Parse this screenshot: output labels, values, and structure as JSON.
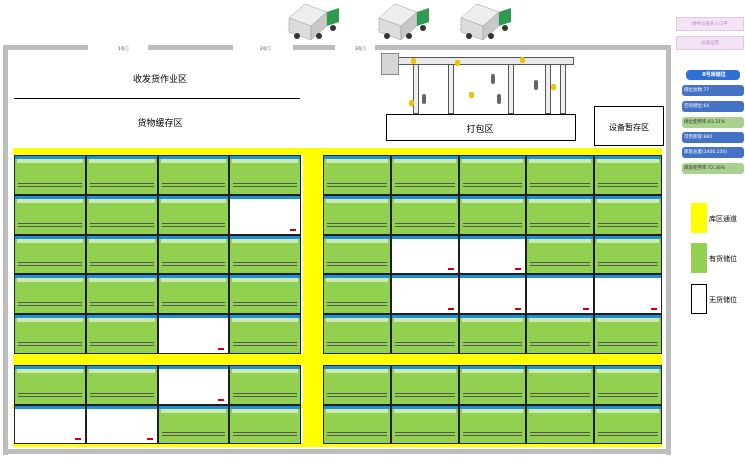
{
  "header": {
    "panel_top": "硬件与服务入口平",
    "panel_bottom": "设备运营"
  },
  "docks": [
    "1号门",
    "2号门",
    "3号门"
  ],
  "zones": {
    "receiving": "收发货作业区",
    "buffer": "货物缓存区",
    "packing": "打包区",
    "equipment": "设备暂存区"
  },
  "stats": {
    "title": "8号库储位",
    "items": [
      {
        "label": "储位总数:77",
        "style": "blue"
      },
      {
        "label": "空闲储位:64",
        "style": "blue"
      },
      {
        "label": "储位使用率:83.31%",
        "style": "green"
      },
      {
        "label": "可用库容:880",
        "style": "blue"
      },
      {
        "label": "库容总量(3400.230)",
        "style": "blue"
      },
      {
        "label": "库容使用率:72.36%",
        "style": "green"
      }
    ]
  },
  "legend": {
    "aisle": "库区通道",
    "occupied": "有货储位",
    "empty": "无货储位",
    "colors": {
      "aisle": "#ffff00",
      "occupied": "#92d050",
      "empty": "#ffffff"
    }
  },
  "racks": {
    "left_upper": {
      "cols": 4,
      "occupancy": [
        [
          1,
          1,
          1,
          1
        ],
        [
          1,
          1,
          1,
          0
        ],
        [
          1,
          1,
          1,
          1
        ],
        [
          1,
          1,
          1,
          1
        ],
        [
          1,
          1,
          0,
          1
        ]
      ]
    },
    "left_lower": {
      "cols": 4,
      "occupancy": [
        [
          1,
          1,
          0,
          1
        ],
        [
          0,
          0,
          1,
          1
        ]
      ]
    },
    "right_upper": {
      "cols": 5,
      "occupancy": [
        [
          1,
          1,
          1,
          1,
          1
        ],
        [
          1,
          1,
          1,
          1,
          1
        ],
        [
          1,
          0,
          0,
          1,
          1
        ],
        [
          1,
          0,
          0,
          0,
          0
        ],
        [
          1,
          1,
          1,
          1,
          1
        ]
      ]
    },
    "right_lower": {
      "cols": 5,
      "occupancy": [
        [
          1,
          1,
          1,
          1,
          1
        ],
        [
          1,
          1,
          1,
          1,
          1
        ]
      ]
    }
  }
}
